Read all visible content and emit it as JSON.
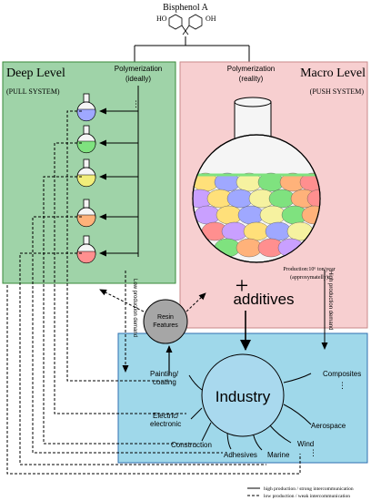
{
  "title": "Bisphenol A",
  "molecule": {
    "left_group": "HO",
    "right_group": "OH"
  },
  "deep_level": {
    "heading": "Deep Level",
    "subheading": "(PULL SYSTEM)",
    "polymerization_label": "Polymerization",
    "polymerization_qualifier": "(ideally)",
    "flask_colors": [
      "#9fa8ff",
      "#7fe27f",
      "#f2ee7a",
      "#ffb27a",
      "#ff8f8f"
    ],
    "ellipsis": "⋮"
  },
  "macro_level": {
    "heading": "Macro Level",
    "subheading": "(PUSH SYSTEM)",
    "polymerization_label": "Polymerization",
    "polymerization_qualifier": "(reality)",
    "production_line1": "Production:10⁶ ton/year",
    "production_line2": "(approxymatelly)",
    "plus": "+",
    "additives": "additives",
    "bead_colors": [
      "#ffe07a",
      "#ff8f8f",
      "#7fe27f",
      "#9fa8ff",
      "#c9a0ff",
      "#ffb27a",
      "#f6f2a0"
    ]
  },
  "resin": {
    "line1": "Resin",
    "line2": "Features"
  },
  "vertical_labels": {
    "low_demand": "Low production demand",
    "high_demand": "High production demand"
  },
  "industry": {
    "label": "Industry",
    "branches": {
      "painting_line1": "Painting/",
      "painting_line2": "coating",
      "electric_line1": "Electric/",
      "electric_line2": "electronic",
      "construction": "Construction",
      "adhesives": "Adhesives",
      "marine": "Marine",
      "wind": "Wind",
      "aerospace": "Aerospace",
      "composites": "Composites",
      "ellipsis": "⋮"
    }
  },
  "legend": {
    "solid": "high production / strong intercommunication",
    "dashed": "low production / weak intercommunication"
  },
  "colors": {
    "deep_fill": "#9fd3a8",
    "macro_fill": "#f7cfd0",
    "industry_fill": "#9fd8ea",
    "industry_circle": "#a9d9ee",
    "resin_fill": "#a6a6a6"
  }
}
